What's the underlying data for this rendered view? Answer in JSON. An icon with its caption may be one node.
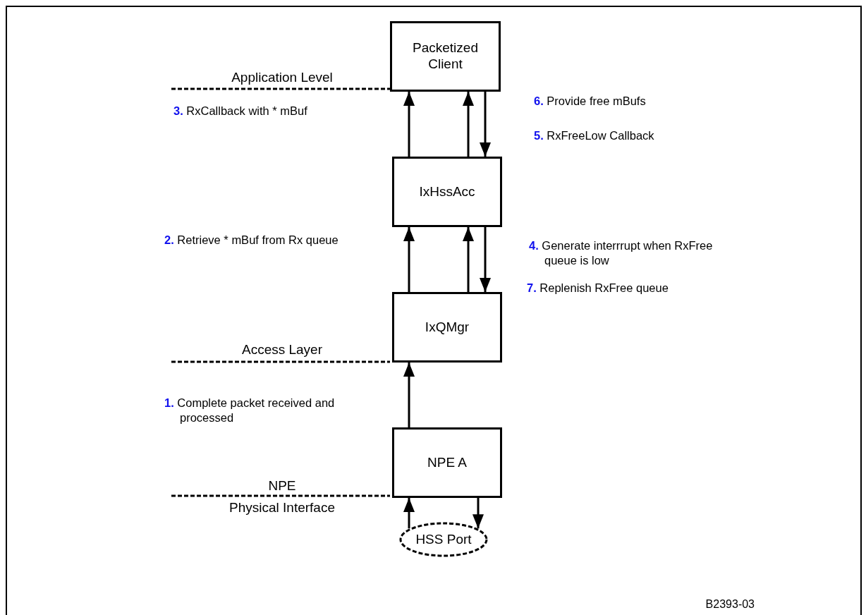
{
  "diagram": {
    "nodes": [
      {
        "text": [
          "Packetized Client"
        ]
      },
      {
        "text": [
          "IxHssAcc"
        ]
      },
      {
        "text": [
          "IxQMgr"
        ]
      },
      {
        "text": [
          "NPE A"
        ]
      },
      {
        "text": [
          "HSS Port"
        ]
      }
    ],
    "edges": [
      {
        "from": 1,
        "to": 0,
        "arrow": "to"
      },
      {
        "from": 1,
        "to": 0,
        "arrow": "to"
      },
      {
        "from": 0,
        "to": 1,
        "arrow": "to"
      },
      {
        "from": 2,
        "to": 1,
        "arrow": "to"
      },
      {
        "from": 2,
        "to": 1,
        "arrow": "to"
      },
      {
        "from": 1,
        "to": 2,
        "arrow": "to"
      },
      {
        "from": 3,
        "to": 2,
        "arrow": "to"
      },
      {
        "from": 4,
        "to": 3,
        "arrow": "to"
      },
      {
        "from": 3,
        "to": 4,
        "arrow": "to"
      }
    ],
    "labels": [
      "Application Level",
      "**3.** RxCallback with * mBuf",
      "**6.** Provide free mBufs",
      "**5.** RxFreeLow Callback",
      "**2.** Retrieve * mBuf from Rx queue",
      "**4.** Generate interrrupt when RxFree queue is low",
      "**7.** Replenish RxFree queue",
      "Access Layer",
      "**1.** Complete packet received and processed",
      "NPE",
      "Physical Interface",
      "B2393-03"
    ]
  }
}
